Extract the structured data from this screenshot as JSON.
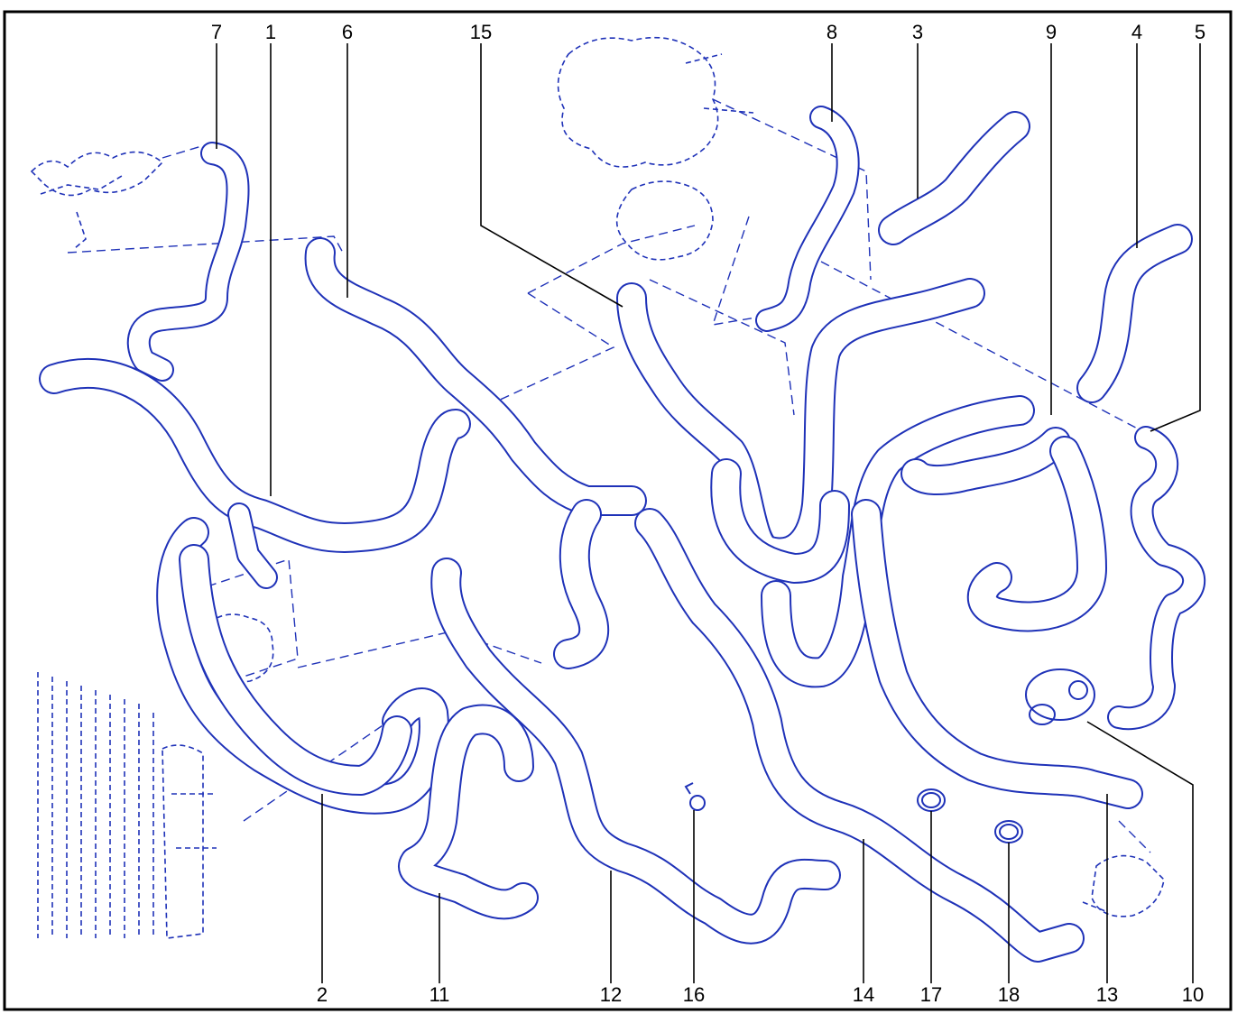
{
  "diagram": {
    "callouts_top": [
      "7",
      "1",
      "6",
      "15",
      "8",
      "3",
      "9",
      "4",
      "5"
    ],
    "callouts_bottom": [
      "2",
      "11",
      "12",
      "16",
      "14",
      "17",
      "18",
      "13",
      "10"
    ]
  },
  "colors": {
    "line": "#1f32b8",
    "frame": "#000000",
    "background": "#ffffff"
  }
}
